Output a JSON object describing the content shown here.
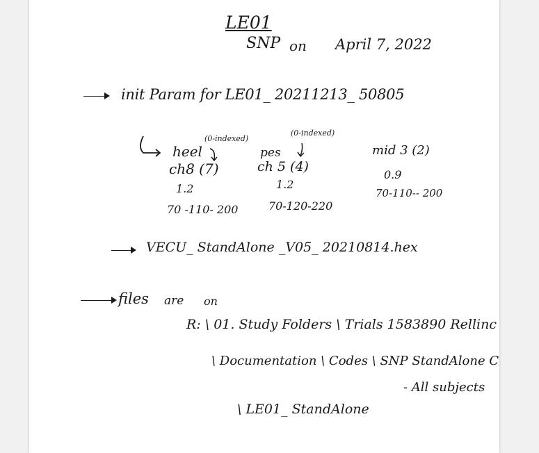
{
  "header": {
    "title": "LE01",
    "subtitle_prefix": "SNP",
    "subtitle_on": "on",
    "date": "April 7, 2022"
  },
  "note1": {
    "text": "init Param for LE01_ 20211213_ 50805"
  },
  "params": [
    {
      "index_note": "",
      "label": "heel",
      "channel": "ch8 (7)",
      "value": "1.2",
      "range": "70 -110- 200"
    },
    {
      "index_note": "(0-indexed)",
      "label": "",
      "channel": "",
      "value": "",
      "range": ""
    },
    {
      "index_note": "(0-indexed)",
      "label": "pes",
      "channel": "ch 5 (4)",
      "value": "1.2",
      "range": "70-120-220"
    },
    {
      "index_note": "",
      "label": "mid 3 (2)",
      "channel": "",
      "value": "0.9",
      "range": "70-110-- 200"
    }
  ],
  "note2": {
    "text": "VECU_ StandAlone _V05_ 20210814.hex"
  },
  "note3": {
    "files": "files",
    "are": "are",
    "on": "on",
    "path1": "R: \\ 01. Study Folders \\ Trials  1583890 Rellinc",
    "path2": "\\ Documentation \\ Codes \\ SNP StandAlone Codes",
    "path3": "- All subjects",
    "path4": "\\ LE01_ StandAlone"
  }
}
